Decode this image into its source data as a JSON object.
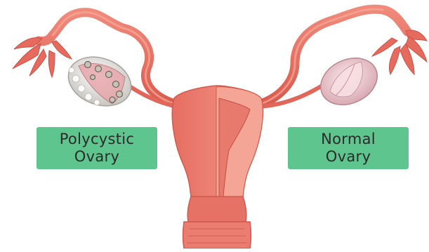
{
  "labels": {
    "polycystic": {
      "line1": "Polycystic",
      "line2": "Ovary"
    },
    "normal": {
      "line1": "Normal",
      "line2": "Ovary"
    }
  },
  "colors": {
    "label_box": "#5fc58e",
    "tissue": "#e9766a",
    "tissue_dark": "#d25a4f",
    "tissue_light": "#f2a69a",
    "cyst_ovary": "#e9e6e2",
    "normal_ovary": "#f0d2d8"
  }
}
